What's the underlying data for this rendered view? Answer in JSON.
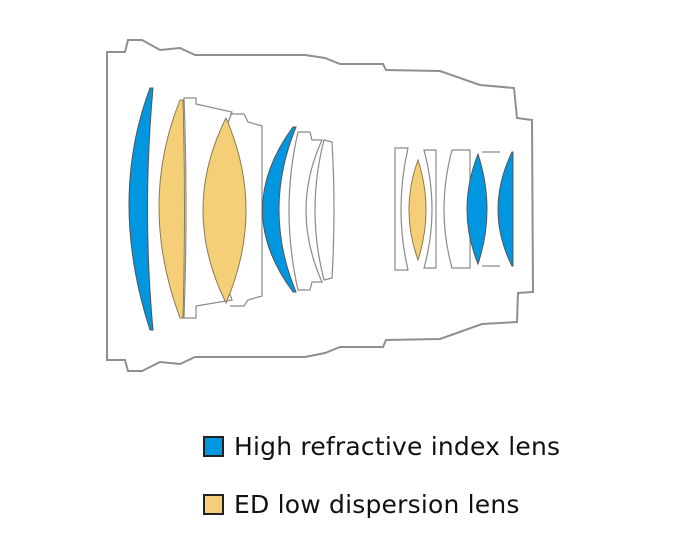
{
  "diagram": {
    "title": "Lens construction diagram",
    "colors": {
      "high_refractive": "#0097e0",
      "ed_low_dispersion": "#f5cf78",
      "plain_lens": "#ffffff",
      "outline": "#8a8a8a",
      "barrel": "#8f8f8f"
    },
    "groups": [
      {
        "name": "front-group",
        "elements": [
          {
            "id": 1,
            "type": "high_refractive"
          },
          {
            "id": 2,
            "type": "ed_low_dispersion"
          },
          {
            "id": 3,
            "type": "plain"
          },
          {
            "id": 4,
            "type": "ed_low_dispersion"
          },
          {
            "id": 5,
            "type": "high_refractive"
          },
          {
            "id": 6,
            "type": "plain"
          },
          {
            "id": 7,
            "type": "plain"
          }
        ]
      },
      {
        "name": "rear-group",
        "elements": [
          {
            "id": 8,
            "type": "plain"
          },
          {
            "id": 9,
            "type": "ed_low_dispersion"
          },
          {
            "id": 10,
            "type": "plain"
          },
          {
            "id": 11,
            "type": "plain"
          },
          {
            "id": 12,
            "type": "high_refractive"
          },
          {
            "id": 13,
            "type": "high_refractive"
          }
        ]
      }
    ]
  },
  "legend": {
    "items": [
      {
        "label": "High refractive index lens",
        "color": "#0097e0"
      },
      {
        "label": "ED low dispersion lens",
        "color": "#f5cf78"
      }
    ]
  }
}
